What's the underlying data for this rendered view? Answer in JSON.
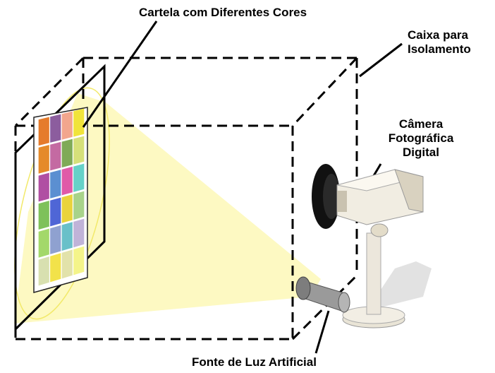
{
  "labels": {
    "chart": "Cartela com Diferentes Cores",
    "box_line1": "Caixa para",
    "box_line2": "Isolamento",
    "camera_line1": "Câmera",
    "camera_line2": "Fotográfica",
    "camera_line3": "Digital",
    "light": "Fonte de Luz Artificial"
  },
  "colors": {
    "light_beam": "#fdf9c2",
    "light_ellipse_stroke": "#f2e96a",
    "box_line": "#000000",
    "camera_body": "#eeeae0",
    "camera_lens": "#111111",
    "lamp": "#9a9a9a"
  },
  "color_chart": {
    "rows": 6,
    "cols": 4,
    "swatches": [
      "#e57b2c",
      "#8c5d9e",
      "#f2a68d",
      "#f0e43a",
      "#e58a2a",
      "#c46aa2",
      "#7faa57",
      "#d6e07a",
      "#b04fa3",
      "#5b8fd1",
      "#e05aa8",
      "#66d1c8",
      "#7ec15a",
      "#4f66d6",
      "#e9d33b",
      "#a8d38a",
      "#a3d86a",
      "#8fa1d0",
      "#69c0c9",
      "#c0b3d8",
      "#d8e0b0",
      "#f2e24a",
      "#e2e2aa",
      "#f4f48a"
    ]
  }
}
